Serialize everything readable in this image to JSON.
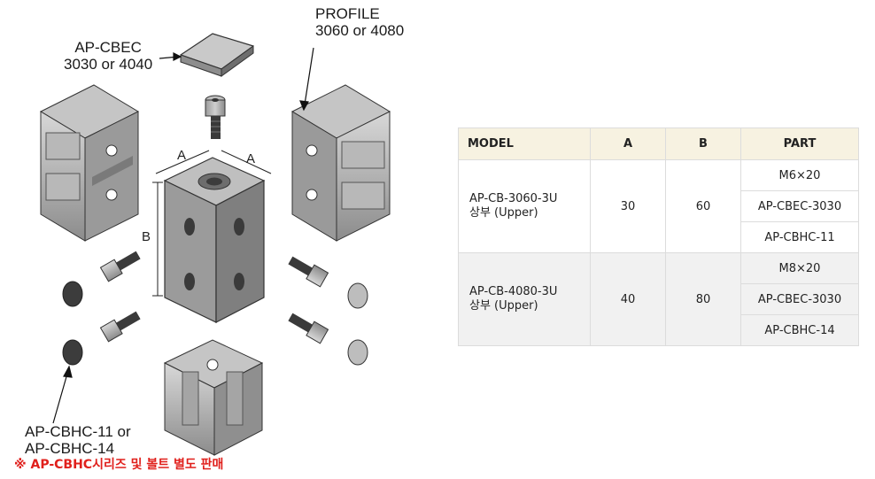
{
  "callouts": {
    "cap_name": "AP-CBEC",
    "cap_size": "3030 or 4040",
    "profile_name": "PROFILE",
    "profile_size": "3060 or 4080",
    "dim_a_left": "A",
    "dim_a_right": "A",
    "dim_b": "B",
    "hole_cap_line1": "AP-CBHC-11 or",
    "hole_cap_line2": "AP-CBHC-14"
  },
  "note": "※ AP-CBHC시리즈 및 볼트 별도 판매",
  "table": {
    "headers": {
      "model": "MODEL",
      "a": "A",
      "b": "B",
      "part": "PART"
    },
    "rows": [
      {
        "model_line1": "AP-CB-3060-3U",
        "model_line2": "상부 (Upper)",
        "a": "30",
        "b": "60",
        "parts": [
          "M6×20",
          "AP-CBEC-3030",
          "AP-CBHC-11"
        ]
      },
      {
        "model_line1": "AP-CB-4080-3U",
        "model_line2": "상부 (Upper)",
        "a": "40",
        "b": "80",
        "parts": [
          "M8×20",
          "AP-CBEC-3030",
          "AP-CBHC-14"
        ]
      }
    ]
  },
  "colors": {
    "header_bg": "#f7f2e1",
    "note_red": "#e0201c",
    "metal": "#a9a9a9",
    "row_alt": "#f1f1f1"
  }
}
